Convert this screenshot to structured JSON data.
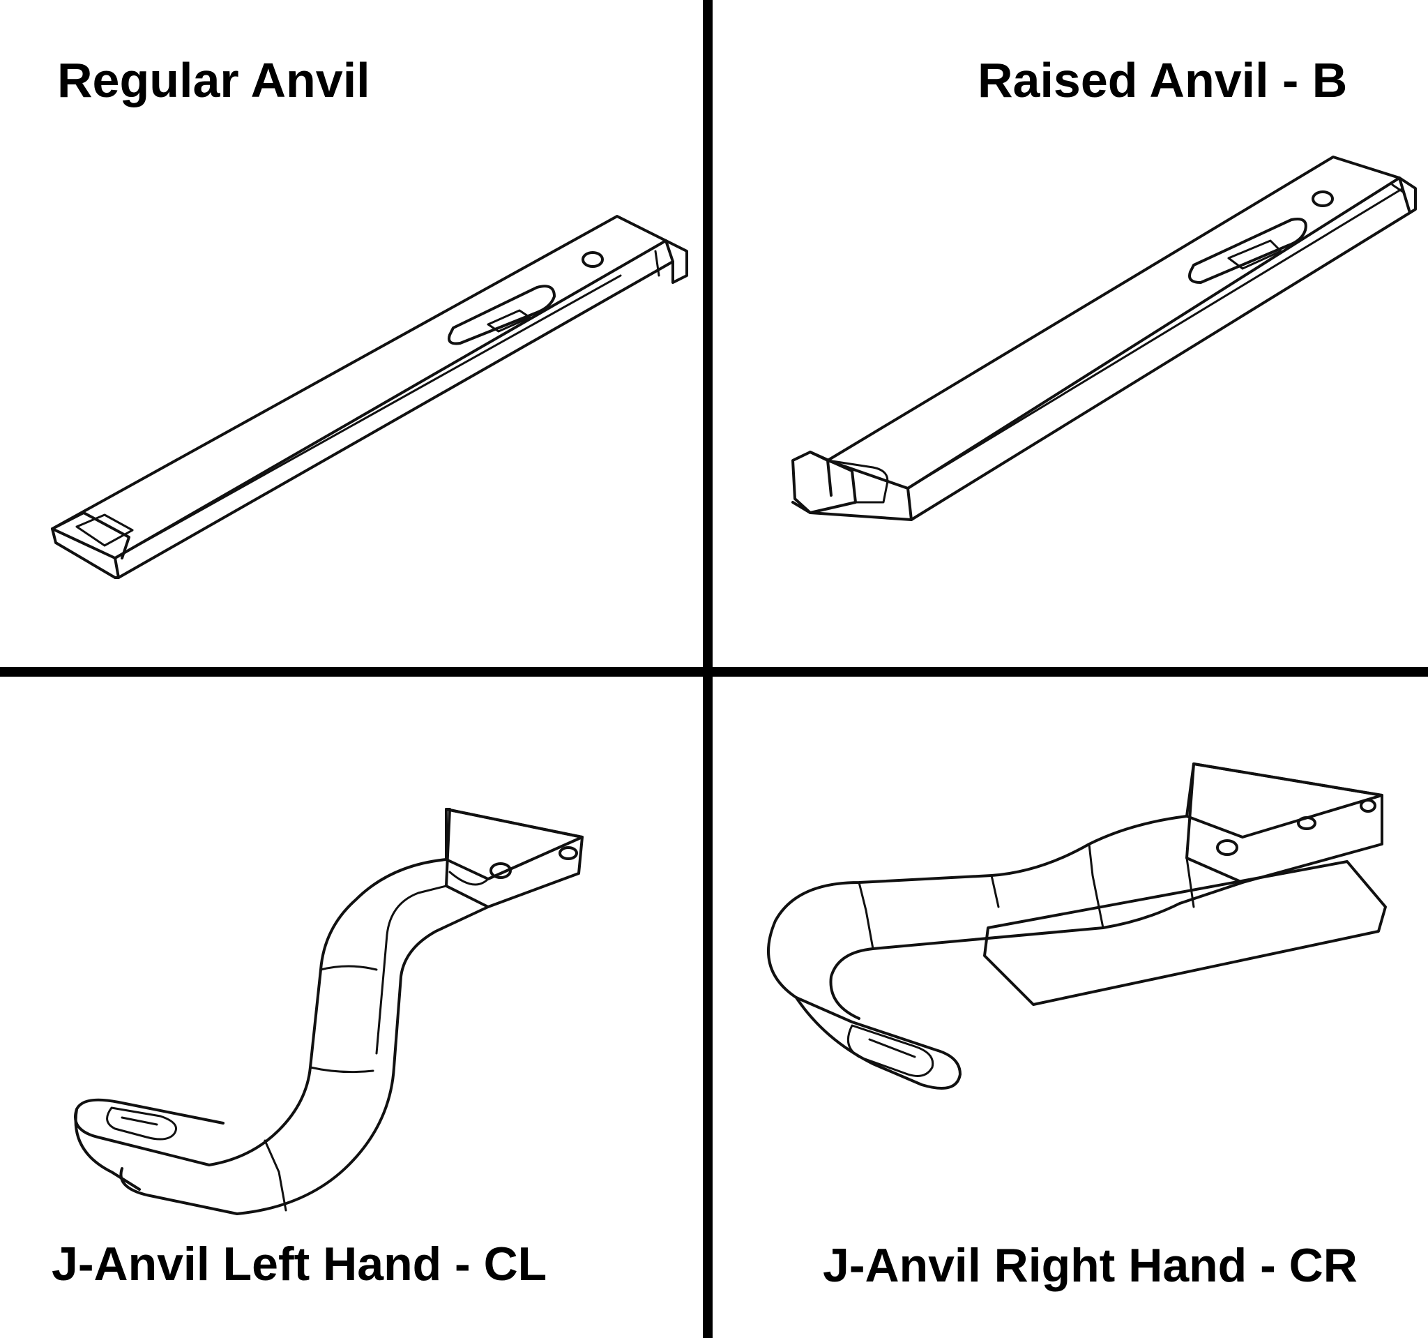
{
  "panels": [
    {
      "label": "Regular Anvil",
      "part": "regular-anvil"
    },
    {
      "label": "Raised Anvil - B",
      "part": "raised-anvil-b"
    },
    {
      "label": "J-Anvil Left Hand - CL",
      "part": "j-anvil-left-hand-cl"
    },
    {
      "label": "J-Anvil Right Hand - CR",
      "part": "j-anvil-right-hand-cr"
    }
  ],
  "colors": {
    "ink": "#000000",
    "background": "#ffffff"
  }
}
